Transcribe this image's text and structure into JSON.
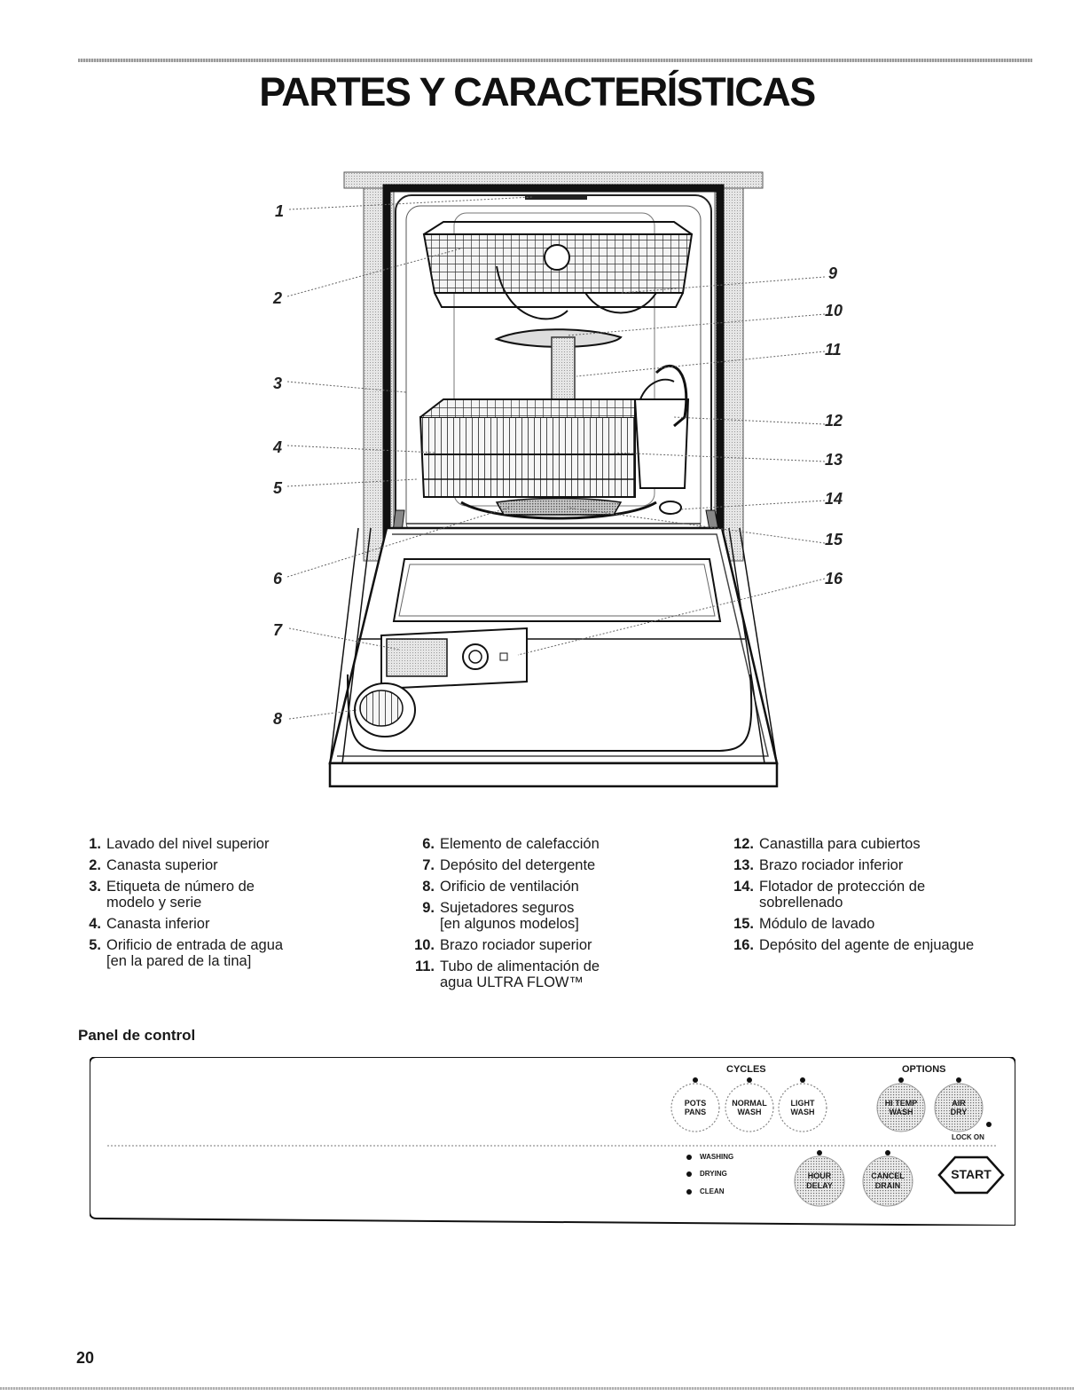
{
  "page_title": "PARTES Y CARACTERÍSTICAS",
  "callouts": [
    "1",
    "2",
    "3",
    "4",
    "5",
    "6",
    "7",
    "8",
    "9",
    "10",
    "11",
    "12",
    "13",
    "14",
    "15",
    "16"
  ],
  "parts": [
    {
      "num": "1.",
      "lines": [
        "Lavado del nivel superior"
      ]
    },
    {
      "num": "2.",
      "lines": [
        "Canasta superior"
      ]
    },
    {
      "num": "3.",
      "lines": [
        "Etiqueta de número de",
        "modelo y serie"
      ]
    },
    {
      "num": "4.",
      "lines": [
        "Canasta inferior"
      ]
    },
    {
      "num": "5.",
      "lines": [
        "Orificio de entrada de agua",
        "[en la pared de la tina]"
      ]
    },
    {
      "num": "6.",
      "lines": [
        "Elemento de calefacción"
      ]
    },
    {
      "num": "7.",
      "lines": [
        "Depósito del detergente"
      ]
    },
    {
      "num": "8.",
      "lines": [
        "Orificio de ventilación"
      ]
    },
    {
      "num": "9.",
      "lines": [
        "Sujetadores seguros",
        "[en algunos modelos]"
      ]
    },
    {
      "num": "10.",
      "lines": [
        "Brazo rociador superior"
      ]
    },
    {
      "num": "11.",
      "lines": [
        "Tubo de alimentación de",
        "agua ULTRA FLOW™"
      ]
    },
    {
      "num": "12.",
      "lines": [
        "Canastilla para cubiertos"
      ]
    },
    {
      "num": "13.",
      "lines": [
        "Brazo rociador inferior"
      ]
    },
    {
      "num": "14.",
      "lines": [
        "Flotador de protección de",
        "sobrellenado"
      ]
    },
    {
      "num": "15.",
      "lines": [
        "Módulo de lavado"
      ]
    },
    {
      "num": "16.",
      "lines": [
        "Depósito del agente de enjuague"
      ]
    }
  ],
  "control_panel": {
    "heading": "Panel de control",
    "cycles_label": "CYCLES",
    "options_label": "OPTIONS",
    "cycle_buttons": [
      {
        "line1": "POTS",
        "line2": "PANS"
      },
      {
        "line1": "NORMAL",
        "line2": "WASH"
      },
      {
        "line1": "LIGHT",
        "line2": "WASH"
      }
    ],
    "option_buttons": [
      {
        "line1": "HI TEMP",
        "line2": "WASH"
      },
      {
        "line1": "AIR",
        "line2": "DRY"
      }
    ],
    "lock_label": "LOCK ON",
    "status_lights": [
      "WASHING",
      "DRYING",
      "CLEAN"
    ],
    "hour_delay": {
      "line1": "HOUR",
      "line2": "DELAY"
    },
    "cancel_drain": {
      "line1": "CANCEL",
      "line2": "DRAIN"
    },
    "start_label": "START"
  },
  "page_number": "20"
}
